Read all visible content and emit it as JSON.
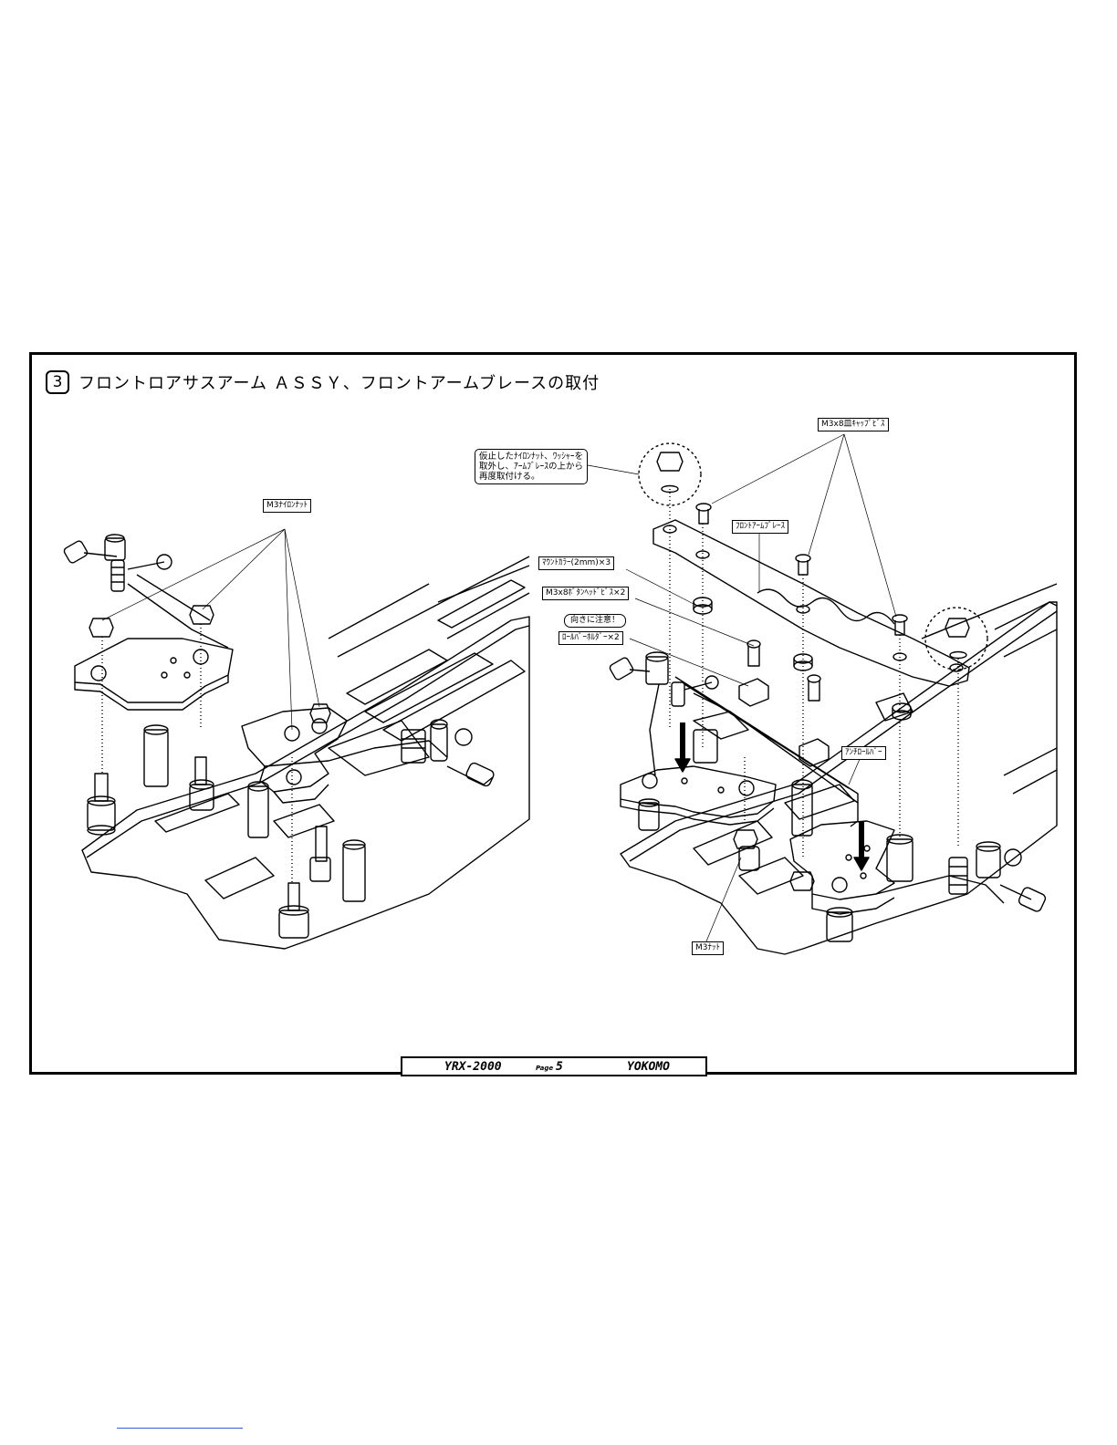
{
  "step": {
    "number": "3",
    "title": "フロントロアサスアーム ＡＳＳＹ、フロントアームブレースの取付"
  },
  "labels": {
    "m3_nylon_nut": "M3ﾅｲﾛﾝﾅｯﾄ",
    "m3_cap_screw": "M3x8皿ｷｬｯﾌﾟﾋﾞｽ",
    "front_arm_brace": "ﾌﾛﾝﾄｱｰﾑﾌﾞﾚｰｽ",
    "mount_collar": "ﾏｳﾝﾄｶﾗｰ(2mm)×3",
    "button_head_screw": "M3x8ﾎﾞﾀﾝﾍｯﾄﾞﾋﾞｽ×2",
    "orientation_caution": "向きに注意！",
    "roll_bar_holder": "ﾛｰﾙﾊﾞｰﾎﾙﾀﾞｰ×2",
    "anti_roll_bar": "ｱﾝﾁﾛｰﾙﾊﾞｰ",
    "m3_nut": "M3ﾅｯﾄ"
  },
  "note": {
    "line1": "仮止したﾅｲﾛﾝﾅｯﾄ、ﾜｯｼｬｰを",
    "line2": "取外し、ｱｰﾑﾌﾞﾚｰｽの上から",
    "line3": "再度取付ける。"
  },
  "footer": {
    "model": "YRX-2000",
    "page_label": "Page",
    "page_number": "5",
    "brand": "YOKOMO"
  }
}
